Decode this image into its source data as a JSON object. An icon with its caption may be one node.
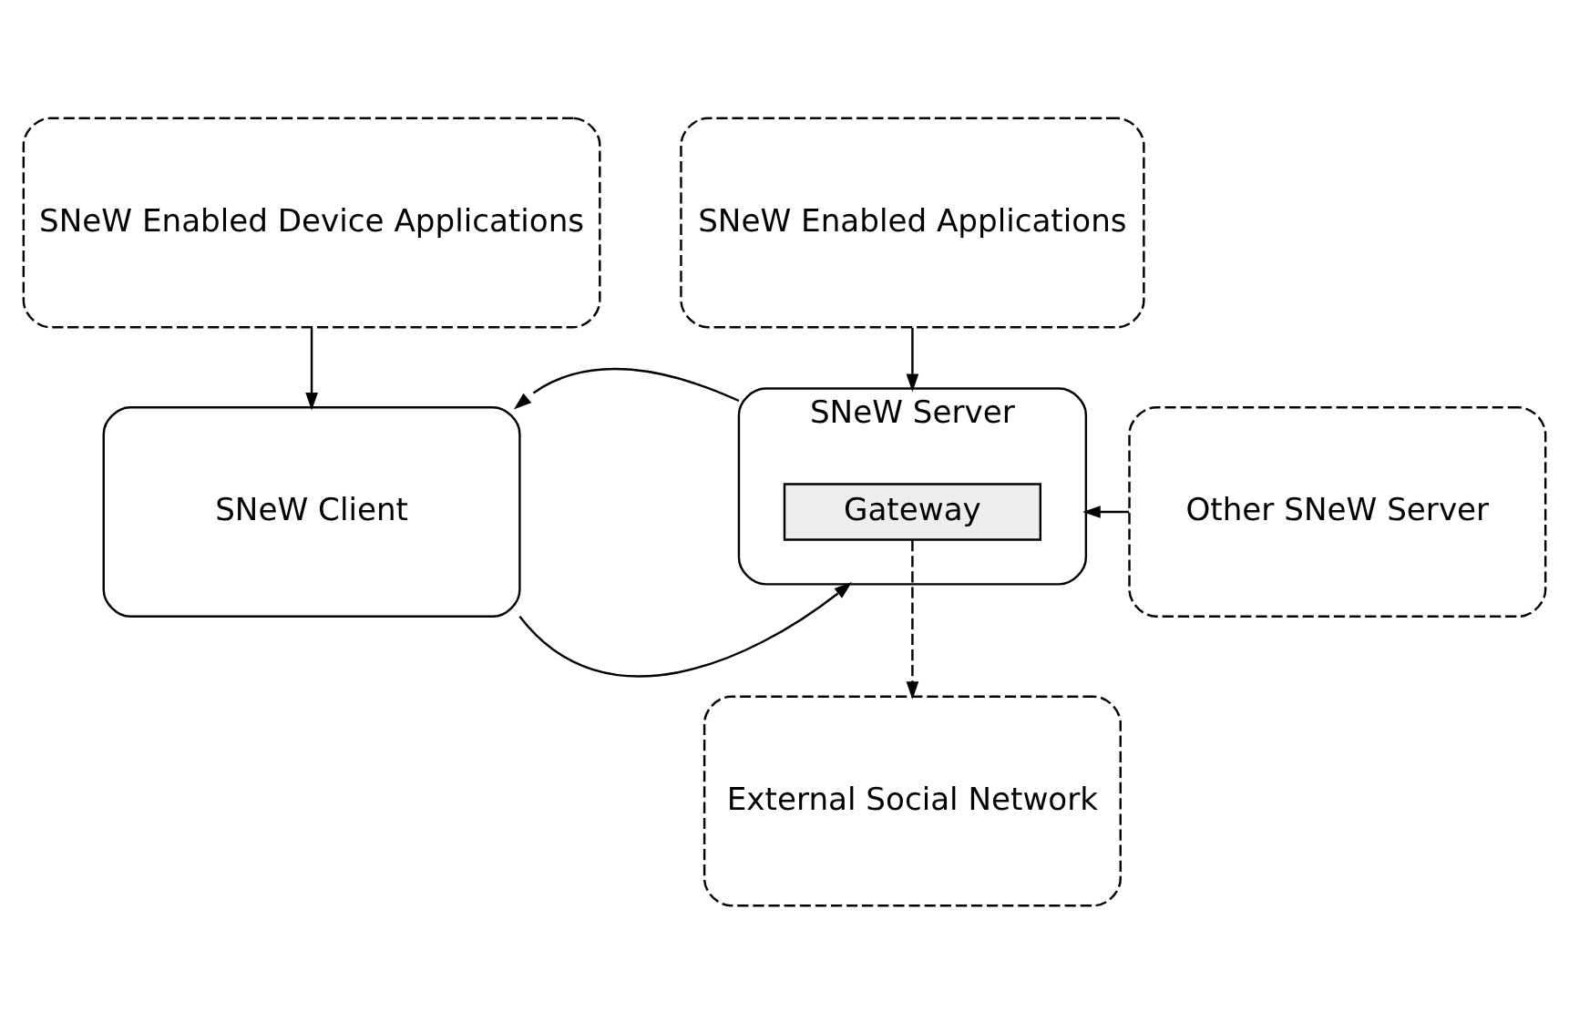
{
  "diagram": {
    "nodes": [
      {
        "text": [
          "SNeW Enabled Device Applications"
        ]
      },
      {
        "text": [
          "SNeW Enabled Applications"
        ]
      },
      {
        "text": [
          "SNeW Client"
        ]
      },
      {
        "text": [
          "SNeW Server"
        ]
      },
      {
        "text": [
          "Gateway"
        ],
        "in": 3
      },
      {
        "text": [
          "Other SNeW Server"
        ]
      },
      {
        "text": [
          "External Social Network"
        ]
      }
    ],
    "edges": [
      {
        "from": 0,
        "to": 2,
        "arrow": "to"
      },
      {
        "from": 1,
        "to": 3,
        "arrow": "to"
      },
      {
        "from": 2,
        "to": 3,
        "arrow": "to"
      },
      {
        "from": 3,
        "to": 2,
        "arrow": "to"
      },
      {
        "from": 5,
        "to": 3,
        "arrow": "to"
      },
      {
        "from": 4,
        "to": 6,
        "arrow": "to",
        "style": "dashed"
      }
    ]
  }
}
